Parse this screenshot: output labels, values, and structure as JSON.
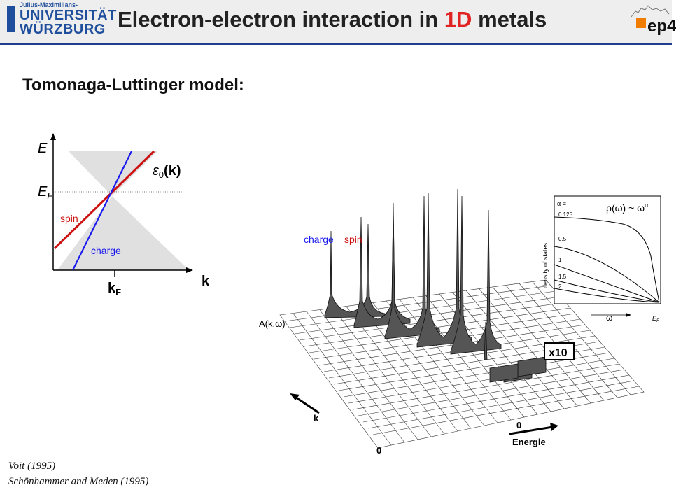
{
  "header": {
    "logo_small": "Julius-Maximilians-",
    "logo_line1": "UNIVERSITÄT",
    "logo_line2": "WÜRZBURG",
    "title_prefix": "Electron-electron interaction in ",
    "title_highlight": "1D",
    "title_suffix": " metals",
    "group_logo": "ep4",
    "colors": {
      "title_highlight": "#e02222",
      "university_blue": "#1f4e9c",
      "ep4_orange": "#f07c00"
    }
  },
  "subtitle": "Tomonaga-Luttinger model:",
  "dispersion_diagram": {
    "axis_e": "E",
    "axis_ef": "E",
    "axis_ef_sub": "F",
    "axis_k": "k",
    "tick_kf": "k",
    "tick_kf_sub": "F",
    "curve_label": "ε",
    "curve_label_sub": "0",
    "curve_label_arg": "(k)",
    "label_spin": "spin",
    "label_charge": "charge",
    "colors": {
      "spin": "#cc1111",
      "charge": "#1a1aee",
      "shade": "#e0e0e0"
    }
  },
  "spectral_plot": {
    "axis_label": "A(k,ω)",
    "label_charge": "charge",
    "label_spin": "spin",
    "scale_box": "x10",
    "axis_k": "k",
    "zero_k": "0",
    "zero_e": "0",
    "axis_energy": "Energie",
    "colors": {
      "spin": "#cc1111",
      "charge": "#1a1aee"
    }
  },
  "inset": {
    "alpha_eq": "α =",
    "alpha_values": [
      "0.125",
      "0.5",
      "1",
      "1.5",
      "2"
    ],
    "formula": "ρ(ω) ~ ω",
    "formula_exp": "α",
    "ylabel": "density of states",
    "xlabel": "ω",
    "x_mark": "E",
    "x_mark_sub": "F"
  },
  "references": [
    "Voit (1995)",
    "Schönhammer and Meden (1995)"
  ]
}
